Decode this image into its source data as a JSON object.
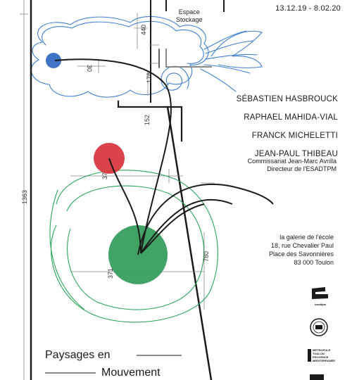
{
  "poster": {
    "dates": "13.12.19 - 8.02.20",
    "space_label_line1": "Espace",
    "space_label_line2": "Stockage",
    "artists": [
      "SÉBASTIEN HASBROUCK",
      "RAPHAEL MAHIDA-VIAL",
      "FRANCK MICHELETTI",
      "JEAN-PAUL THIBEAU"
    ],
    "curator_line1": "Commissariat Jean-Marc Avrilla",
    "curator_line2": "Directeur de l'ESADTPM",
    "address": [
      "la galerie de l'école",
      "18, rue Chevalier Paul",
      "Place des Savonnières",
      "83 000 Toulon"
    ],
    "title_line1": "Paysages en",
    "title_line2": "Mouvement"
  },
  "drawing": {
    "dimensions": [
      "440",
      "30",
      "178",
      "152",
      "1363",
      "37",
      "780",
      "371"
    ]
  },
  "logos": {
    "esadtpm": "ésadtpm",
    "metropole_line1": "MÉTROPOLE",
    "metropole_line2": "TOULON",
    "metropole_line3": "PROVENCE",
    "metropole_line4": "MÉDITERRANÉE"
  },
  "colors": {
    "blue_scribble": "#3f7fcf",
    "blue_dot": "#2a64c0",
    "red_dot": "#d8333c",
    "green_scribble": "#2aa55a",
    "green_dot": "#2c9a55",
    "ink": "#1a1a1a"
  }
}
